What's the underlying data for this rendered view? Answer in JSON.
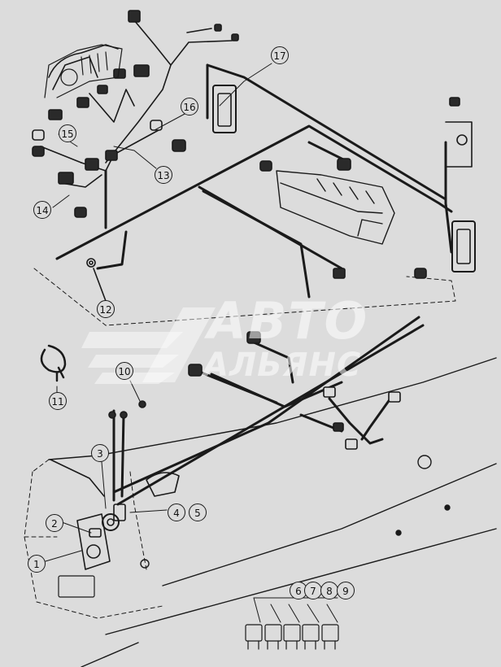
{
  "callouts": {
    "c1": "1",
    "c2": "2",
    "c3": "3",
    "c4": "4",
    "c5": "5",
    "c6": "6",
    "c7": "7",
    "c8": "8",
    "c9": "9",
    "c10": "10",
    "c11": "11",
    "c12": "12",
    "c13": "13",
    "c14": "14",
    "c15": "15",
    "c16": "16",
    "c17": "17"
  },
  "watermark": {
    "line1": "АВТО",
    "line2": "АЛЬЯНС"
  },
  "colors": {
    "background": "#dcdcdc",
    "line": "#1a1a1a",
    "watermark": "#ffffff"
  }
}
